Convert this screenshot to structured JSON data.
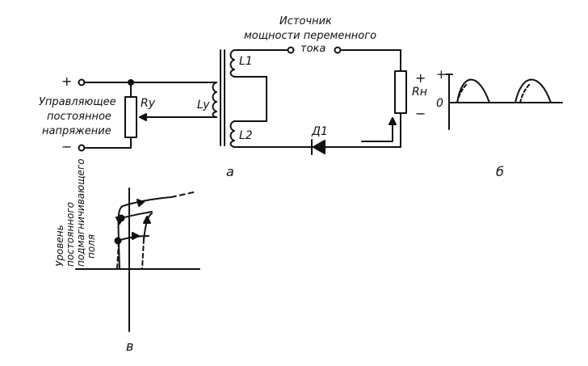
{
  "labels": {
    "source_line1": "Источник",
    "source_line2": "мощности переменного",
    "source_line3": "тока",
    "control_line1": "Управляющее",
    "control_line2": "постоянное",
    "control_line3": "напряжение",
    "plus_left": "+",
    "minus_left": "−",
    "plus_right": "+",
    "minus_right": "−",
    "plus_graph": "+",
    "zero_graph": "0",
    "L1": "L1",
    "L2": "L2",
    "Ly": "Ly",
    "Ry": "Ry",
    "Rn": "Rн",
    "D1": "Д1",
    "fig_a": "а",
    "fig_b": "б",
    "fig_v": "в",
    "level_line1": "Уровень",
    "level_line2": "постоянного",
    "level_line3": "подмагничивающего",
    "level_line4": "поля"
  }
}
